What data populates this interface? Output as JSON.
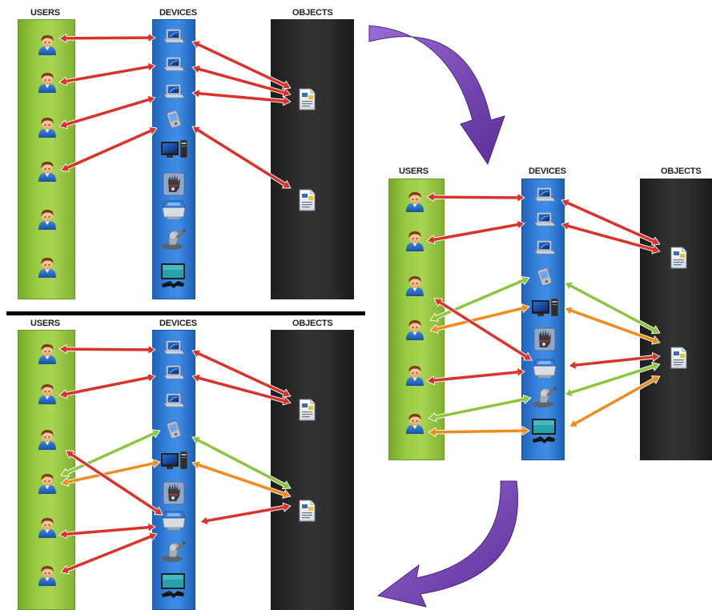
{
  "panels": [
    {
      "id": "top-left",
      "users_header": "USERS",
      "devices_header": "DEVICES",
      "objects_header": "OBJECTS"
    },
    {
      "id": "bottom-left",
      "users_header": "USERS",
      "devices_header": "DEVICES",
      "objects_header": "OBJECTS"
    },
    {
      "id": "right",
      "users_header": "USERS",
      "devices_header": "DEVICES",
      "objects_header": "OBJECTS"
    }
  ],
  "devices": [
    "laptop-icon",
    "laptop-icon",
    "laptop-icon",
    "pda-icon",
    "desktop-pc-icon",
    "data-glove-icon",
    "tabletop-display-icon",
    "haptic-device-icon",
    "3d-display-icon"
  ],
  "colors": {
    "users_column": "#9ccd45",
    "devices_column": "#3a86e0",
    "objects_column": "#2b2b2b",
    "red_arrow": "#d9332b",
    "green_arrow": "#8cc63f",
    "orange_arrow": "#f08c1e",
    "flow_arrow": "#7b4bb5"
  }
}
